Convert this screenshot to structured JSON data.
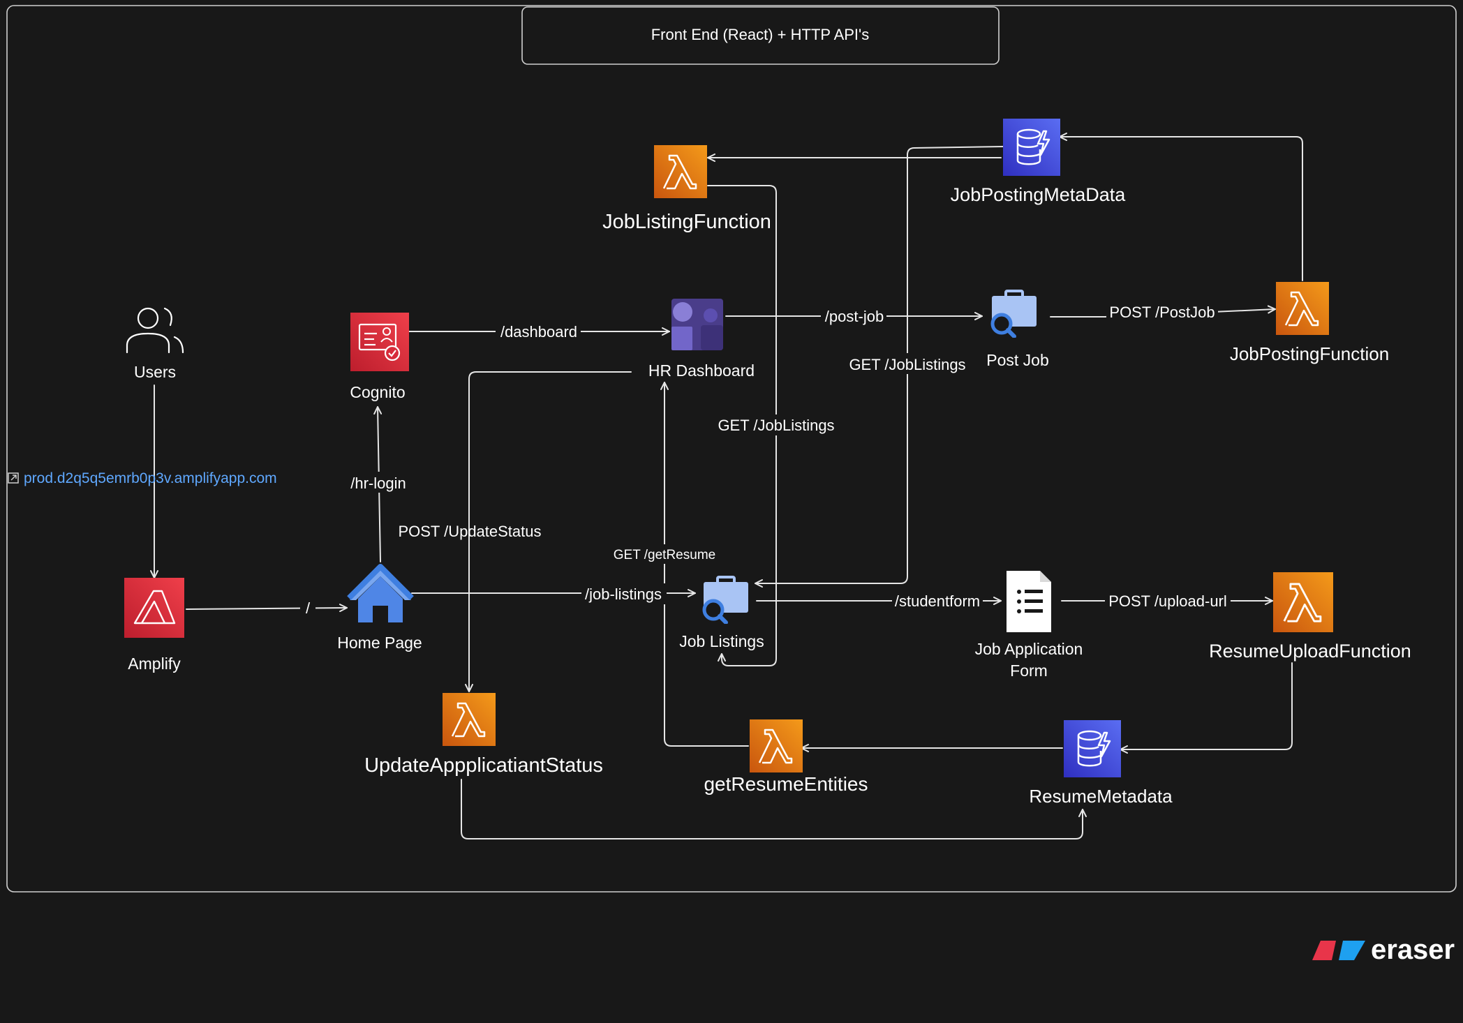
{
  "title": "Front End (React) + HTTP API's",
  "link": "prod.d2q5q5emrb0p3v.amplifyapp.com",
  "brand": "eraser",
  "nodes": {
    "users": {
      "label": "Users",
      "icon": "users-icon"
    },
    "amplify": {
      "label": "Amplify",
      "icon": "amplify-icon"
    },
    "home": {
      "label": "Home Page",
      "icon": "home-icon"
    },
    "cognito": {
      "label": "Cognito",
      "icon": "cognito-icon"
    },
    "hr_dashboard": {
      "label": "HR Dashboard",
      "icon": "teams-icon"
    },
    "job_listings": {
      "label": "Job Listings",
      "icon": "job-search-icon"
    },
    "post_job": {
      "label": "Post Job",
      "icon": "job-search-icon"
    },
    "job_app_form": {
      "label_line1": "Job Application",
      "label_line2": "Form",
      "icon": "document-icon"
    },
    "job_listing_fn": {
      "label": "JobListingFunction",
      "icon": "lambda-icon"
    },
    "job_posting_meta": {
      "label": "JobPostingMetaData",
      "icon": "dynamodb-icon"
    },
    "job_posting_fn": {
      "label": "JobPostingFunction",
      "icon": "lambda-icon"
    },
    "update_status_fn": {
      "label": "UpdateAppplicatiantStatus",
      "icon": "lambda-icon"
    },
    "get_resume_fn": {
      "label": "getResumeEntities",
      "icon": "lambda-icon"
    },
    "resume_meta": {
      "label": "ResumeMetadata",
      "icon": "dynamodb-icon"
    },
    "resume_upload_fn": {
      "label": "ResumeUploadFunction",
      "icon": "lambda-icon"
    }
  },
  "edges": {
    "amplify_home": "/",
    "home_cognito": "/hr-login",
    "cognito_dashboard": "/dashboard",
    "dashboard_postjob": "/post-job",
    "postjob_fn": "POST /PostJob",
    "home_joblistings": "/job-listings",
    "joblistings_form": "/studentform",
    "form_upload": "POST /upload-url",
    "dashboard_update": "POST /UpdateStatus",
    "get_resume": "GET /getResume",
    "joblist_fn_get": "GET /JobListings",
    "meta_get": "GET /JobListings"
  },
  "colors": {
    "background": "#181818",
    "lambda_top": "#f08a12",
    "lambda_bottom": "#c9560e",
    "dynamo_top": "#4f63ef",
    "dynamo_bottom": "#3332c4",
    "amplify": "#d72b3a",
    "cognito": "#d72b3a",
    "teams": "#5c4a9e",
    "search": "#a9c4f4",
    "link": "#5fa8ff"
  }
}
